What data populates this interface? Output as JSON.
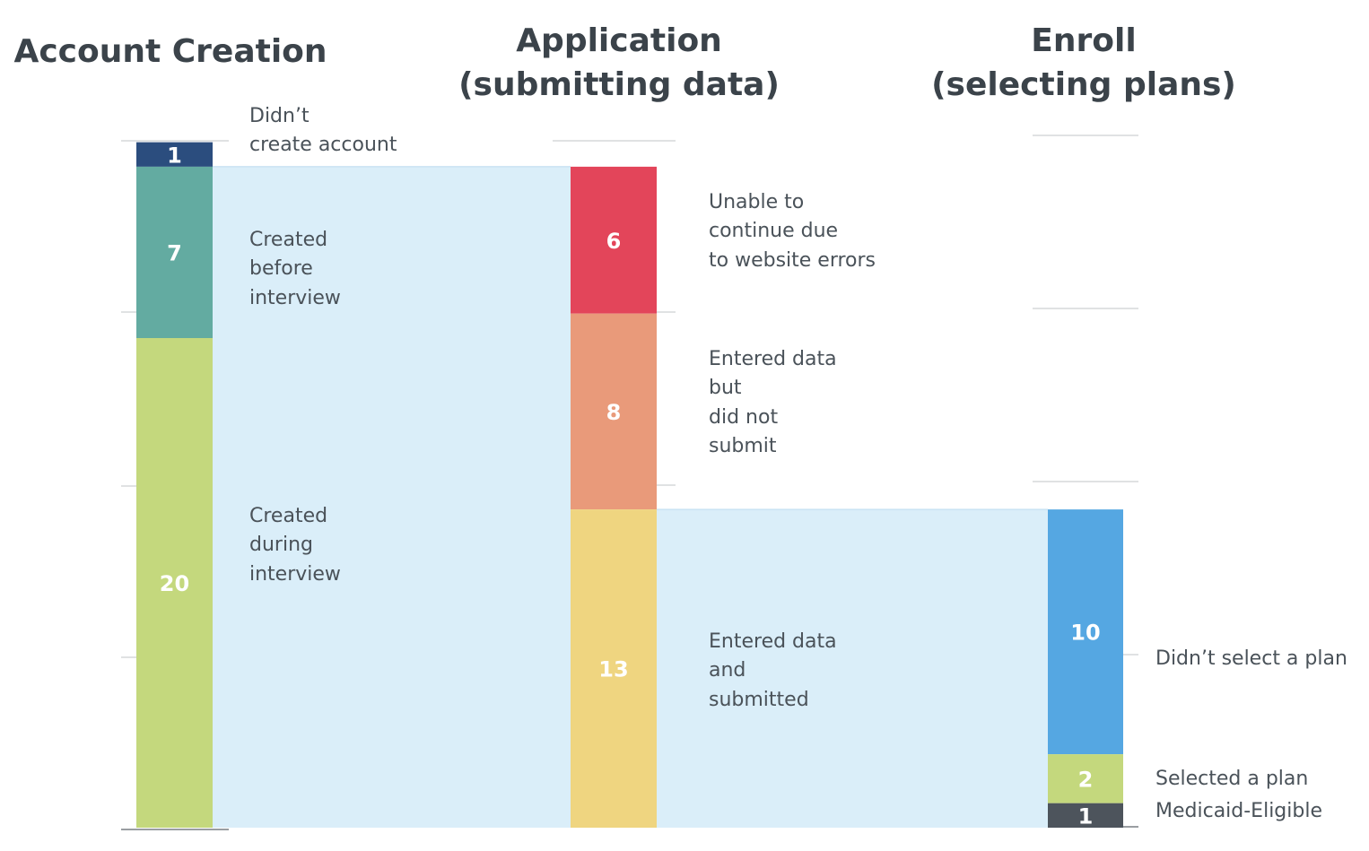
{
  "chart_data": {
    "type": "stacked-bar-flow",
    "stages": [
      {
        "title_lines": [
          "Account Creation"
        ],
        "segments": [
          {
            "value": 1,
            "label": "Didn't create account",
            "color": "#2b4d7e"
          },
          {
            "value": 7,
            "label": "Created before interview",
            "color": "#63aba1"
          },
          {
            "value": 20,
            "label": "Created during interview",
            "color": "#c4d87d"
          }
        ]
      },
      {
        "title_lines": [
          "Application",
          "(submitting data)"
        ],
        "segments": [
          {
            "value": 6,
            "label": "Unable to continue due to website errors",
            "color": "#e3455a"
          },
          {
            "value": 8,
            "label": "Entered data but did not submit",
            "color": "#e99a7a"
          },
          {
            "value": 13,
            "label": "Entered data and submitted",
            "color": "#efd580"
          }
        ]
      },
      {
        "title_lines": [
          "Enroll",
          "(selecting plans)"
        ],
        "segments": [
          {
            "value": 10,
            "label": "Didn't select a plan",
            "color": "#55a7e2"
          },
          {
            "value": 2,
            "label": "Selected a plan",
            "color": "#c4d87d"
          },
          {
            "value": 1,
            "label": "Medicaid-Eligible",
            "color": "#4d545c"
          }
        ]
      }
    ],
    "flows": [
      {
        "from_stage": 0,
        "from_value": 27,
        "to_stage": 1,
        "to_value": 27,
        "color": "#daeef9"
      },
      {
        "from_stage": 1,
        "from_value": 13,
        "to_stage": 2,
        "to_value": 13,
        "color": "#daeef9"
      }
    ],
    "annotation_lines": {
      "s0_0": "Didn’t\ncreate account",
      "s0_1": "Created\nbefore\ninterview",
      "s0_2": "Created\nduring\ninterview",
      "s1_0": "Unable to\ncontinue due\nto website errors",
      "s1_1": "Entered data\nbut\ndid not\nsubmit",
      "s1_2": "Entered data\nand\nsubmitted",
      "s2_0": "Didn’t select a plan",
      "s2_1": "Selected a plan",
      "s2_2": "Medicaid-Eligible"
    },
    "value_label_color": "#ffffff",
    "grid": true
  }
}
